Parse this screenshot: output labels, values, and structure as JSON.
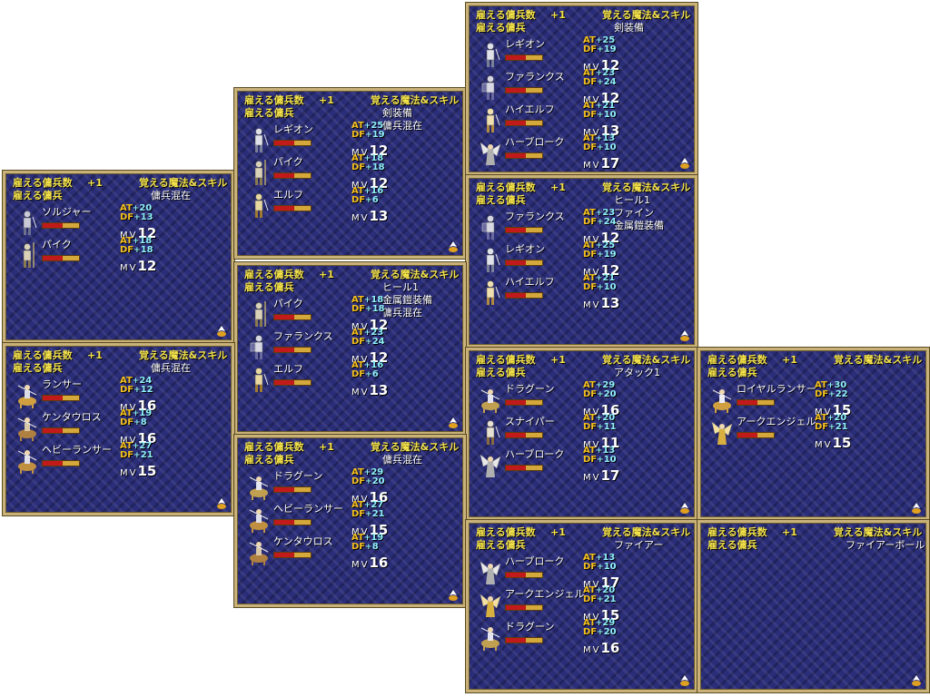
{
  "labels": {
    "count": "雇える傭兵数",
    "plus": "+1",
    "units": "雇える傭兵",
    "skills": "覚える魔法&スキル",
    "at": "AT",
    "df": "DF",
    "mv": "MV"
  },
  "panels": [
    {
      "skills": [
        "傭兵混在"
      ],
      "units": [
        {
          "name": "ソルジャー",
          "at": "20",
          "df": "13",
          "mv": "12",
          "sprite": "soldier",
          "hp": 0.55
        },
        {
          "name": "パイク",
          "at": "18",
          "df": "18",
          "mv": "12",
          "sprite": "pike",
          "hp": 0.55
        }
      ]
    },
    {
      "skills": [
        "剣装備",
        "傭兵混在"
      ],
      "units": [
        {
          "name": "レギオン",
          "at": "25",
          "df": "19",
          "mv": "12",
          "sprite": "legion",
          "hp": 0.55
        },
        {
          "name": "パイク",
          "at": "18",
          "df": "18",
          "mv": "12",
          "sprite": "pike",
          "hp": 0.55
        },
        {
          "name": "エルフ",
          "at": "16",
          "df": "6",
          "mv": "13",
          "sprite": "elf",
          "hp": 0.55
        }
      ]
    },
    {
      "skills": [
        "剣装備"
      ],
      "units": [
        {
          "name": "レギオン",
          "at": "25",
          "df": "19",
          "mv": "12",
          "sprite": "legion",
          "hp": 0.55
        },
        {
          "name": "ファランクス",
          "at": "23",
          "df": "24",
          "mv": "12",
          "sprite": "phalanx",
          "hp": 0.55
        },
        {
          "name": "ハイエルフ",
          "at": "21",
          "df": "10",
          "mv": "13",
          "sprite": "highelf",
          "hp": 0.55
        },
        {
          "name": "ハーブローク",
          "at": "13",
          "df": "10",
          "mv": "17",
          "sprite": "harbrok",
          "hp": 0.55
        }
      ]
    },
    {
      "skills": [
        "ヒール1",
        "ファイン",
        "金属鎧装備"
      ],
      "units": [
        {
          "name": "ファランクス",
          "at": "23",
          "df": "24",
          "mv": "12",
          "sprite": "phalanx",
          "hp": 0.55
        },
        {
          "name": "レギオン",
          "at": "25",
          "df": "19",
          "mv": "12",
          "sprite": "legion",
          "hp": 0.55
        },
        {
          "name": "ハイエルフ",
          "at": "21",
          "df": "10",
          "mv": "13",
          "sprite": "highelf",
          "hp": 0.55
        }
      ]
    },
    {
      "skills": [
        "ヒール1",
        "金属鎧装備",
        "傭兵混在"
      ],
      "units": [
        {
          "name": "パイク",
          "at": "18",
          "df": "18",
          "mv": "12",
          "sprite": "pike",
          "hp": 0.55
        },
        {
          "name": "ファランクス",
          "at": "23",
          "df": "24",
          "mv": "12",
          "sprite": "phalanx",
          "hp": 0.55
        },
        {
          "name": "エルフ",
          "at": "16",
          "df": "6",
          "mv": "13",
          "sprite": "elf",
          "hp": 0.55
        }
      ]
    },
    {
      "skills": [
        "傭兵混在"
      ],
      "units": [
        {
          "name": "ランサー",
          "at": "24",
          "df": "12",
          "mv": "16",
          "sprite": "lancer",
          "hp": 0.55
        },
        {
          "name": "ケンタウロス",
          "at": "19",
          "df": "8",
          "mv": "16",
          "sprite": "centaur",
          "hp": 0.55
        },
        {
          "name": "ヘビーランサー",
          "at": "27",
          "df": "21",
          "mv": "15",
          "sprite": "heavylancer",
          "hp": 0.55
        }
      ]
    },
    {
      "skills": [
        "アタック1"
      ],
      "units": [
        {
          "name": "ドラグーン",
          "at": "29",
          "df": "20",
          "mv": "16",
          "sprite": "dragoon",
          "hp": 0.55
        },
        {
          "name": "スナイパー",
          "at": "20",
          "df": "11",
          "mv": "11",
          "sprite": "sniper",
          "hp": 0.55
        },
        {
          "name": "ハーブローク",
          "at": "13",
          "df": "10",
          "mv": "17",
          "sprite": "harbrok",
          "hp": 0.55
        }
      ]
    },
    {
      "skills": [],
      "units": [
        {
          "name": "ロイヤルランサー",
          "at": "30",
          "df": "22",
          "mv": "15",
          "sprite": "royallancer",
          "hp": 0.55
        },
        {
          "name": "アークエンジェル",
          "at": "20",
          "df": "21",
          "mv": "15",
          "sprite": "archangel",
          "hp": 0.55
        }
      ]
    },
    {
      "skills": [
        "傭兵混在"
      ],
      "units": [
        {
          "name": "ドラグーン",
          "at": "29",
          "df": "20",
          "mv": "16",
          "sprite": "dragoon",
          "hp": 0.55
        },
        {
          "name": "ヘビーランサー",
          "at": "27",
          "df": "21",
          "mv": "15",
          "sprite": "heavylancer",
          "hp": 0.55
        },
        {
          "name": "ケンタウロス",
          "at": "19",
          "df": "8",
          "mv": "16",
          "sprite": "centaur",
          "hp": 0.55
        }
      ]
    },
    {
      "skills": [
        "ファイアー"
      ],
      "units": [
        {
          "name": "ハーブローク",
          "at": "13",
          "df": "10",
          "mv": "17",
          "sprite": "harbrok",
          "hp": 0.55
        },
        {
          "name": "アークエンジェル",
          "at": "20",
          "df": "21",
          "mv": "15",
          "sprite": "archangel",
          "hp": 0.55
        },
        {
          "name": "ドラグーン",
          "at": "29",
          "df": "20",
          "mv": "16",
          "sprite": "dragoon",
          "hp": 0.55
        }
      ]
    },
    {
      "skills": [
        "ファイアーボール"
      ],
      "units": []
    }
  ]
}
